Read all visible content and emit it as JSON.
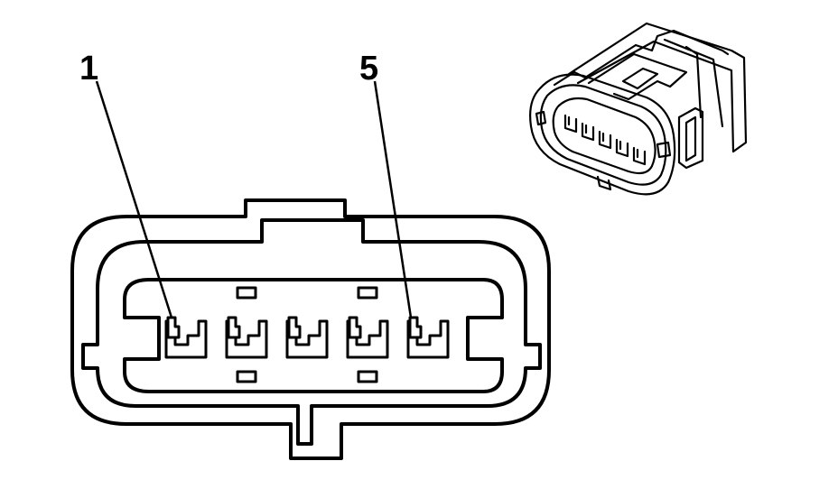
{
  "diagram": {
    "labels": {
      "pin_first": "1",
      "pin_last": "5"
    },
    "terminal_count": 5,
    "colors": {
      "line": "#000000",
      "background": "#ffffff"
    }
  }
}
